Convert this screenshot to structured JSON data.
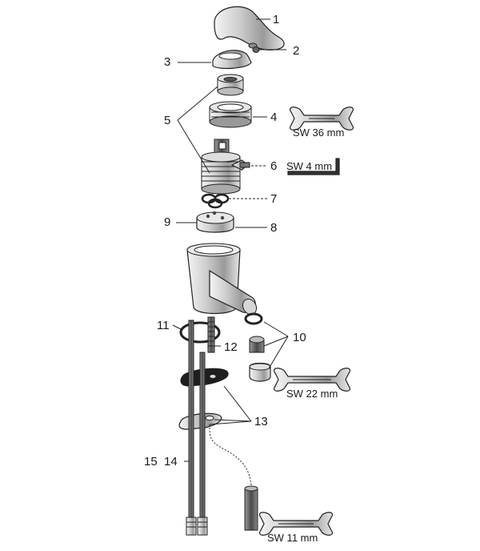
{
  "diagram": {
    "parts": [
      {
        "number": "1"
      },
      {
        "number": "2"
      },
      {
        "number": "3"
      },
      {
        "number": "4"
      },
      {
        "number": "5"
      },
      {
        "number": "6"
      },
      {
        "number": "7"
      },
      {
        "number": "8"
      },
      {
        "number": "9"
      },
      {
        "number": "10"
      },
      {
        "number": "11"
      },
      {
        "number": "12"
      },
      {
        "number": "13"
      },
      {
        "number": "14"
      },
      {
        "number": "15"
      }
    ],
    "tools": [
      {
        "label": "SW 36 mm",
        "icon": "open-end-wrench-icon"
      },
      {
        "label": "SW 4 mm",
        "icon": "hex-key-icon"
      },
      {
        "label": "SW 22 mm",
        "icon": "open-end-wrench-icon"
      },
      {
        "label": "SW 11 mm",
        "icon": "open-end-wrench-icon"
      }
    ]
  }
}
